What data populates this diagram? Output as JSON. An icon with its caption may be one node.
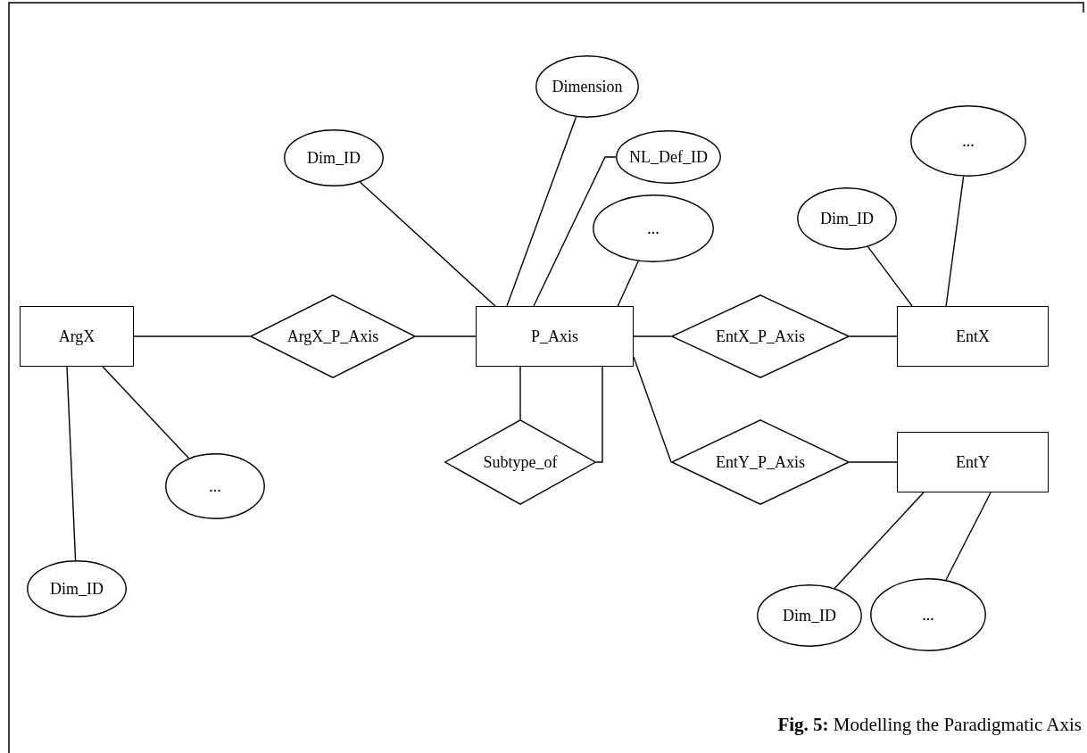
{
  "diagram": {
    "caption": "**Fig. 5:** Modelling the Paradigmatic Axis",
    "nodes": [
      {
        "text": [
          "ArgX"
        ]
      },
      {
        "text": [
          "ArgX_P_Axis"
        ]
      },
      {
        "text": [
          "P_Axis"
        ]
      },
      {
        "text": [
          "EntX_P_Axis"
        ]
      },
      {
        "text": [
          "EntX"
        ]
      },
      {
        "text": [
          "Subtype_of"
        ]
      },
      {
        "text": [
          "EntY_P_Axis"
        ]
      },
      {
        "text": [
          "EntY"
        ]
      },
      {
        "text": [
          "Dim_ID"
        ]
      },
      {
        "text": [
          "Dimension"
        ]
      },
      {
        "text": [
          "NL_Def_ID"
        ]
      },
      {
        "text": [
          "..."
        ]
      },
      {
        "text": [
          "..."
        ]
      },
      {
        "text": [
          "Dim_ID"
        ]
      },
      {
        "text": [
          "..."
        ]
      },
      {
        "text": [
          "Dim_ID"
        ]
      },
      {
        "text": [
          "Dim_ID"
        ]
      },
      {
        "text": [
          "..."
        ]
      }
    ],
    "edges": [
      {
        "from": 0,
        "to": 1,
        "arrow": "none"
      },
      {
        "from": 1,
        "to": 2,
        "arrow": "none"
      },
      {
        "from": 2,
        "to": 3,
        "arrow": "none"
      },
      {
        "from": 3,
        "to": 4,
        "arrow": "none"
      },
      {
        "from": 2,
        "to": 5,
        "arrow": "none"
      },
      {
        "from": 2,
        "to": 5,
        "arrow": "none"
      },
      {
        "from": 2,
        "to": 6,
        "arrow": "none"
      },
      {
        "from": 6,
        "to": 7,
        "arrow": "none"
      },
      {
        "from": 2,
        "to": 8,
        "arrow": "none"
      },
      {
        "from": 2,
        "to": 9,
        "arrow": "none"
      },
      {
        "from": 2,
        "to": 10,
        "arrow": "none"
      },
      {
        "from": 2,
        "to": 11,
        "arrow": "none"
      },
      {
        "from": 4,
        "to": 12,
        "arrow": "none"
      },
      {
        "from": 4,
        "to": 13,
        "arrow": "none"
      },
      {
        "from": 0,
        "to": 14,
        "arrow": "none"
      },
      {
        "from": 0,
        "to": 15,
        "arrow": "none"
      },
      {
        "from": 7,
        "to": 16,
        "arrow": "none"
      },
      {
        "from": 7,
        "to": 17,
        "arrow": "none"
      }
    ]
  }
}
